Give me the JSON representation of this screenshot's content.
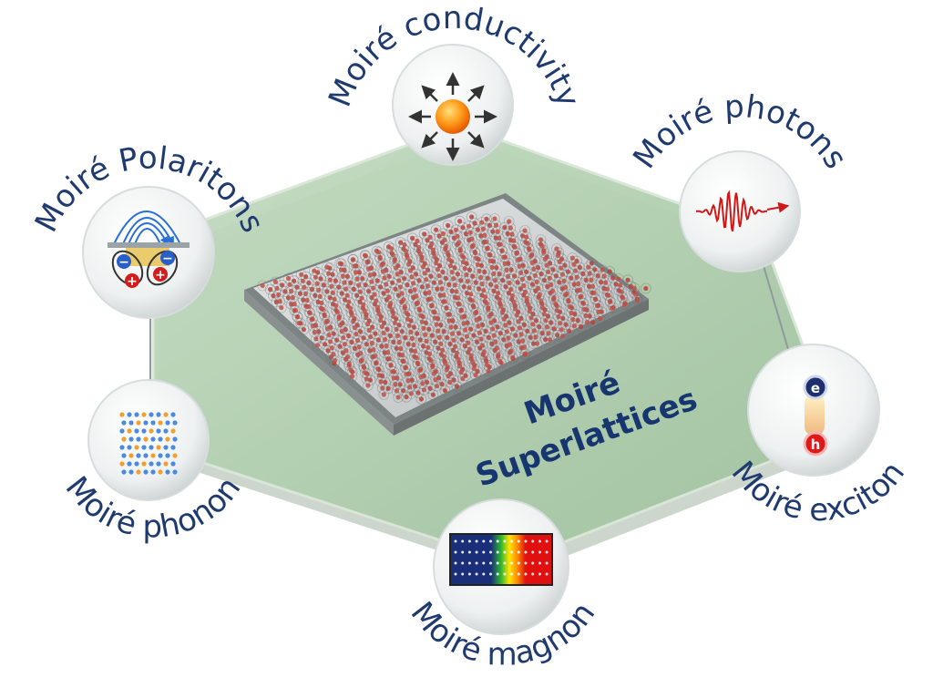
{
  "diagram": {
    "center_label": {
      "line1": "Moiré",
      "line2": "Superlattices"
    },
    "nodes": [
      {
        "id": "conductivity",
        "label": "Moiré conductivity",
        "icon": "radiating-particle-icon"
      },
      {
        "id": "photons",
        "label": "Moiré photons",
        "icon": "wave-packet-icon"
      },
      {
        "id": "polaritons",
        "label": "Moiré Polaritons",
        "icon": "field-lines-dipole-icon"
      },
      {
        "id": "phonon",
        "label": "Moiré phonon",
        "icon": "lattice-dots-icon"
      },
      {
        "id": "exciton",
        "label": "Moiré exciton",
        "icon": "electron-hole-pair-icon"
      },
      {
        "id": "magnon",
        "label": "Moiré magnon",
        "icon": "spin-spectrum-icon"
      }
    ],
    "icon_text": {
      "electron": "e",
      "hole": "h",
      "minus": "−",
      "plus": "+"
    },
    "colors": {
      "hexagon_fill": "#a9c9a8",
      "label_text": "#1f3a6e",
      "center_text": "#17356f",
      "atom": "#b8403a"
    }
  }
}
